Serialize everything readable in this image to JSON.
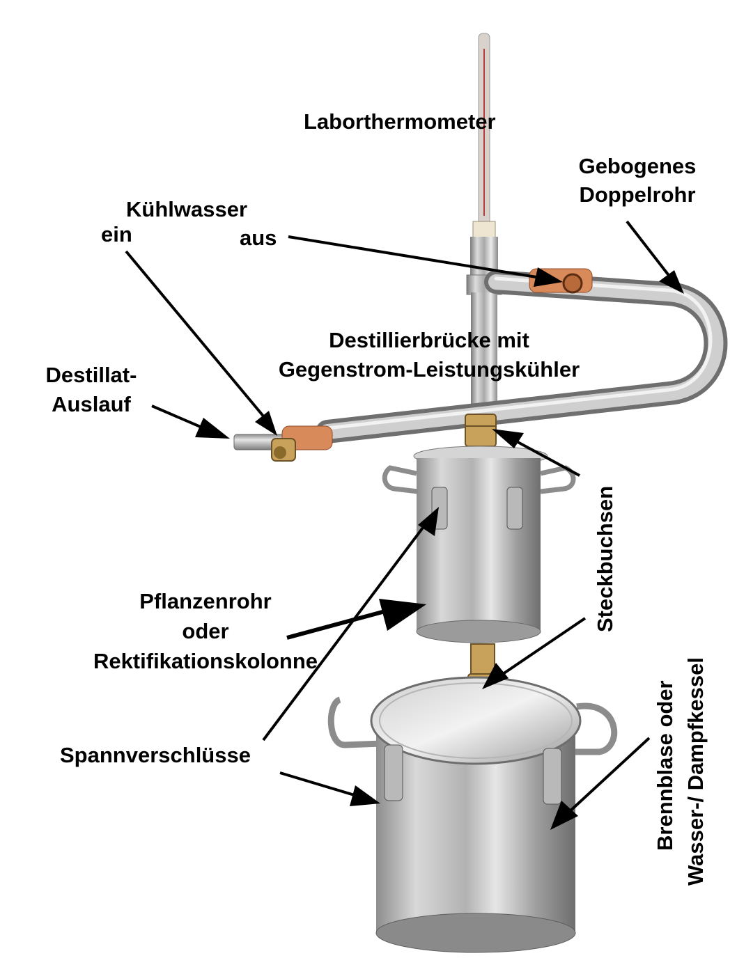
{
  "labels": {
    "thermometer": "Laborthermometer",
    "bent_pipe_line1": "Gebogenes",
    "bent_pipe_line2": "Doppelrohr",
    "coolant_title": "Kühlwasser",
    "coolant_in": "ein",
    "coolant_out": "aus",
    "bridge_line1": "Destillierbrücke mit",
    "bridge_line2": "Gegenstrom-Leistungskühler",
    "distillate_line1": "Destillat-",
    "distillate_line2": "Auslauf",
    "sockets": "Steckbuchsen",
    "column_line1": "Pflanzenrohr",
    "column_line2": "oder",
    "column_line3": "Rektifikationskolonne",
    "clamps": "Spannverschlüsse",
    "kettle_line1": "Brennblase oder",
    "kettle_line2": "Wasser-/ Dampfkessel"
  },
  "colors": {
    "steel_light": "#e4e4e4",
    "steel_mid": "#a9a9a9",
    "steel_dark": "#6a6a6a",
    "copper": "#d98a5a",
    "brass": "#c8a25a",
    "arrow": "#000000"
  }
}
